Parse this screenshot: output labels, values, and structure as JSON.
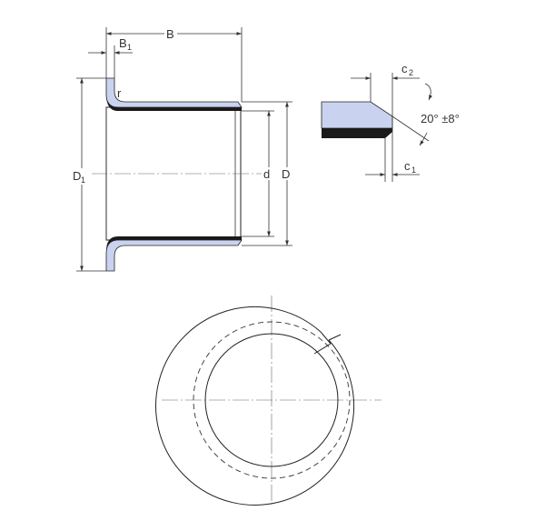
{
  "colors": {
    "sliding_layer": "#c9d3ef",
    "backing": "#1a1a1a",
    "line": "#333333"
  },
  "labels": {
    "B": "B",
    "B1": "B",
    "B1_sub": "1",
    "r": "r",
    "D1": "D",
    "D1_sub": "1",
    "d": "d",
    "D": "D",
    "c2": "c",
    "c2_sub": "2",
    "c1": "c",
    "c1_sub": "1",
    "angle": "20° ±8°"
  }
}
